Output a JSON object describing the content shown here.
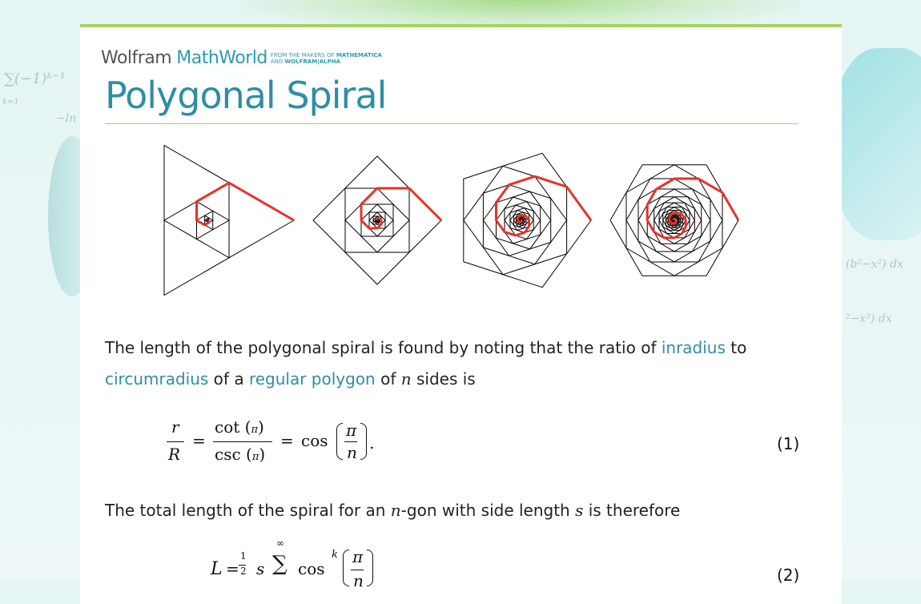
{
  "brand": {
    "wolfram": "Wolfram",
    "mathworld": "MathWorld",
    "tagline_1": "FROM THE MAKERS OF ",
    "tagline_1b": "MATHEMATICA",
    "tagline_2": "AND ",
    "tagline_2b": "WOLFRAM|ALPHA"
  },
  "title": "Polygonal Spiral",
  "figure": {
    "polygon_sides": [
      3,
      4,
      5,
      6
    ],
    "polygon_color": "#000000",
    "spiral_color": "#e8322a"
  },
  "para1": {
    "t1": "The length of the polygonal spiral is found by noting that the ratio of ",
    "link1": "inradius",
    "t2": " to",
    "link2": "circumradius",
    "t3": " of a ",
    "link3": "regular polygon",
    "t4": " of ",
    "var_n": "n",
    "t5": " sides is"
  },
  "eq1": {
    "number": "(1)",
    "r": "r",
    "R": "R",
    "eq": "=",
    "cot": "cot",
    "csc": "csc",
    "cos": "cos",
    "pi": "π",
    "n": "n",
    "period": "."
  },
  "para2": {
    "t1": "The total length of the spiral for an ",
    "var_n": "n",
    "t2": "-gon with side length ",
    "var_s": "s",
    "t3": " is therefore"
  },
  "eq2": {
    "number": "(2)",
    "L": "L",
    "eq": "=",
    "half_num": "1",
    "half_den": "2",
    "s": "s",
    "inf": "∞",
    "sigma": "∑",
    "cos": "cos",
    "k": "k",
    "pi": "π",
    "n": "n"
  },
  "background": {
    "deco1": "∑(−1)ᵏ⁻¹",
    "deco2": "k=1",
    "deco3": "−ln",
    "deco4": "(b²−x²)  dx",
    "deco5": "²−x²)  dx"
  }
}
